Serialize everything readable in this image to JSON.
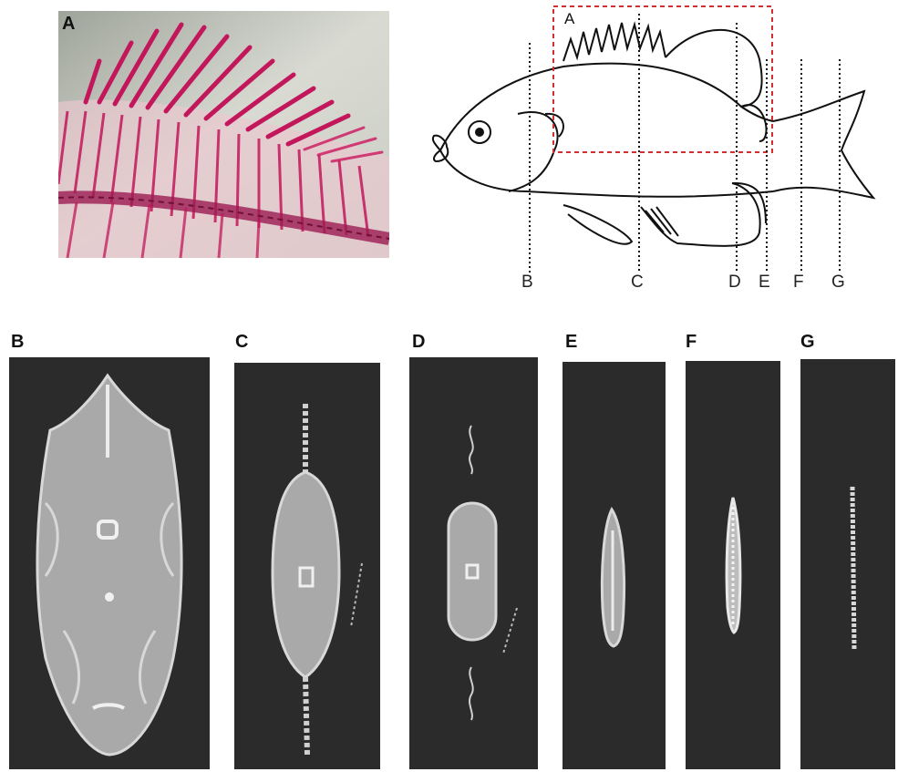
{
  "figure": {
    "panel_photo_label": "A",
    "diagram_box_label": "A",
    "cut_labels": [
      "B",
      "C",
      "D",
      "E",
      "F",
      "G"
    ],
    "ct_panels": [
      {
        "label": "B"
      },
      {
        "label": "C"
      },
      {
        "label": "D"
      },
      {
        "label": "E"
      },
      {
        "label": "F"
      },
      {
        "label": "G"
      }
    ]
  },
  "colors": {
    "stain": "#c2185b",
    "ct_background": "#2b2b2b",
    "ct_tissue": "#a9a9a9",
    "ct_bone": "#efefef",
    "box_dash": "#d32f2f"
  }
}
